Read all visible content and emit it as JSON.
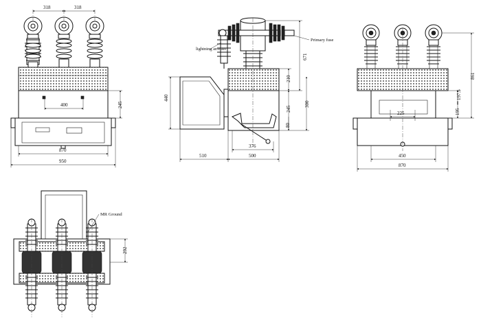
{
  "labels": {
    "lightning_arrester": "lightning arrester",
    "primary_fuse": "Primary fuse",
    "mr_ground": "MR Ground"
  },
  "front_view": {
    "dim_spacing_1": "318",
    "dim_spacing_2": "318",
    "dim_400": "400",
    "dim_245": "245",
    "dim_870": "870",
    "dim_950": "950"
  },
  "side_view": {
    "dim_671": "671",
    "dim_440": "440",
    "dim_210": "210",
    "dim_245": "245",
    "dim_300": "300",
    "dim_80": "80",
    "dim_376": "376",
    "dim_510": "510",
    "dim_500": "500"
  },
  "rear_view": {
    "dim_861": "861",
    "dim_197_5": "197.5",
    "dim_195": "195",
    "dim_225": "225",
    "dim_450": "450",
    "dim_870": "870"
  },
  "top_view": {
    "dim_292": "292"
  }
}
